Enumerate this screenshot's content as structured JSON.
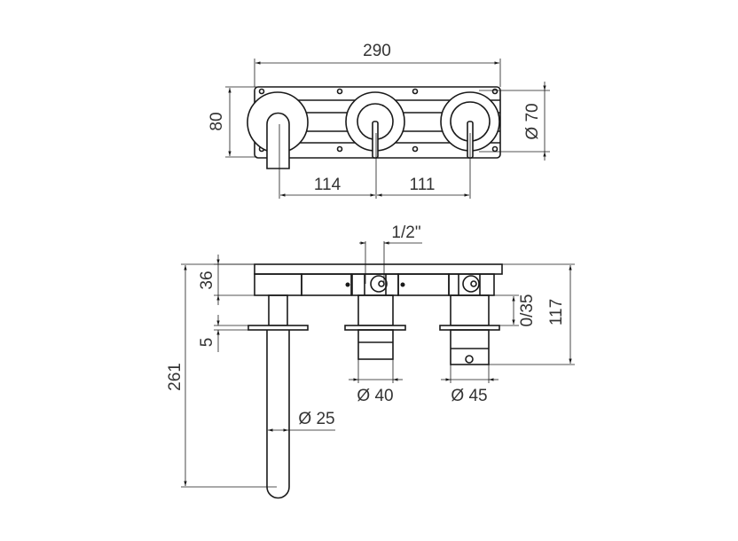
{
  "top_view": {
    "width_label": "290",
    "height_label": "80",
    "diameter_label": "Ø 70",
    "spacing_left_label": "114",
    "spacing_right_label": "111"
  },
  "side_view": {
    "thread_label": "1/2\"",
    "body_depth_label": "36",
    "flange_label": "5",
    "total_height_label": "261",
    "adjust_label": "0/35",
    "projection_label": "117",
    "spout_diameter_label": "Ø 25",
    "mixer_diameter_label": "Ø 40",
    "diverter_diameter_label": "Ø 45"
  }
}
